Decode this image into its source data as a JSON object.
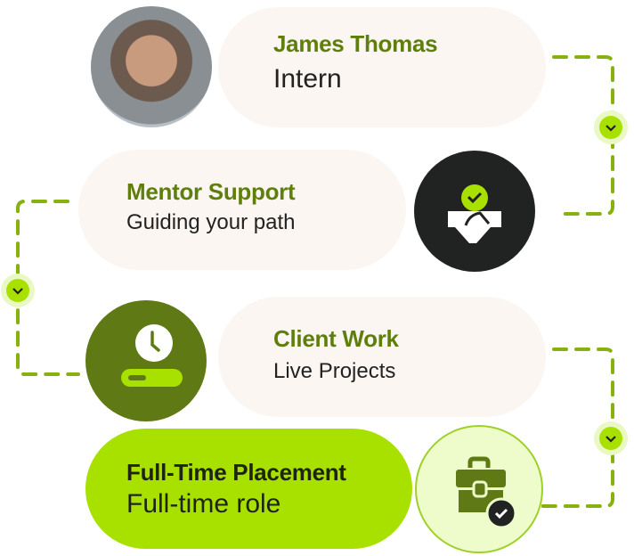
{
  "steps": [
    {
      "title": "James Thomas",
      "subtitle": "Intern",
      "icon": "avatar-photo"
    },
    {
      "title": "Mentor Support",
      "subtitle": "Guiding your path",
      "icon": "handshake-check-icon"
    },
    {
      "title": "Client Work",
      "subtitle": "Live Projects",
      "icon": "clock-progress-icon"
    },
    {
      "title": "Full-Time Placement",
      "subtitle": "Full-time role",
      "icon": "briefcase-check-icon"
    }
  ],
  "colors": {
    "accent": "#a8e000",
    "olive": "#5f7a14",
    "dark": "#212322",
    "cream": "#fbf6f1",
    "light": "#eefccb"
  }
}
